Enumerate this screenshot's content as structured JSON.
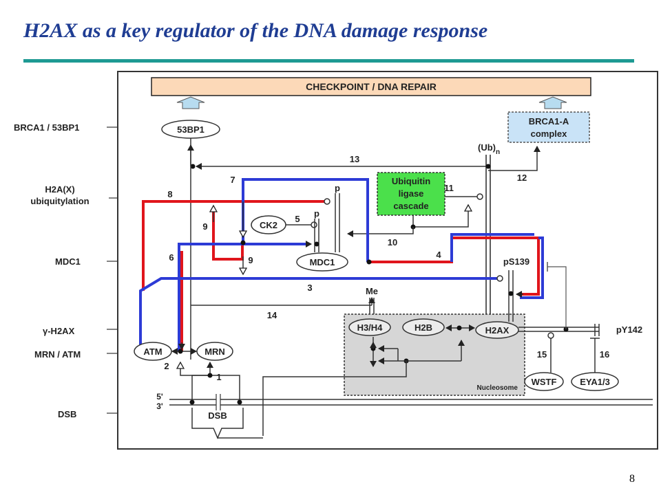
{
  "title": "H2AX as a key regulator of the DNA damage response",
  "page_number": "8",
  "diagram": {
    "header": "CHECKPOINT   /   DNA REPAIR",
    "row_labels": {
      "brca1": "BRCA1 / 53BP1",
      "h2a_1": "H2A(X)",
      "h2a_2": "ubiquitylation",
      "mdc1": "MDC1",
      "gh2ax": "γ-H2AX",
      "mrn_atm": "MRN / ATM",
      "dsb": "DSB"
    },
    "nodes": {
      "n53bp1": "53BP1",
      "brca1a_1": "BRCA1-A",
      "brca1a_2": "complex",
      "ubq_1": "Ubiquitin",
      "ubq_2": "ligase",
      "ubq_3": "cascade",
      "ck2": "CK2",
      "mdc1": "MDC1",
      "atm": "ATM",
      "mrn": "MRN",
      "dsb": "DSB",
      "h3h4": "H3/H4",
      "h2b": "H2B",
      "h2ax": "H2AX",
      "wstf": "WSTF",
      "eya": "EYA1/3",
      "nucleosome": "Nucleosome"
    },
    "marks": {
      "ub": "(Ub)",
      "ub_n": "n",
      "p1": "p",
      "p2": "p",
      "ps139": "pS139",
      "py142": "pY142",
      "me": "Me",
      "five": "5'",
      "three": "3'"
    },
    "step_numbers": {
      "s1": "1",
      "s2": "2",
      "s3": "3",
      "s4": "4",
      "s5": "5",
      "s6": "6",
      "s7": "7",
      "s8": "8",
      "s9a": "9",
      "s9b": "9",
      "s10": "10",
      "s11": "11",
      "s12": "12",
      "s13": "13",
      "s14": "14",
      "s15": "15",
      "s16": "16"
    },
    "colors": {
      "red_path": "#e0151c",
      "blue_path": "#2d3bd6",
      "ubiquitin_box": "#4be04b",
      "brca1a_box": "#c9e3f7",
      "header_bar": "#fcd9b8",
      "nucleosome_box": "#d6d6d6"
    }
  }
}
